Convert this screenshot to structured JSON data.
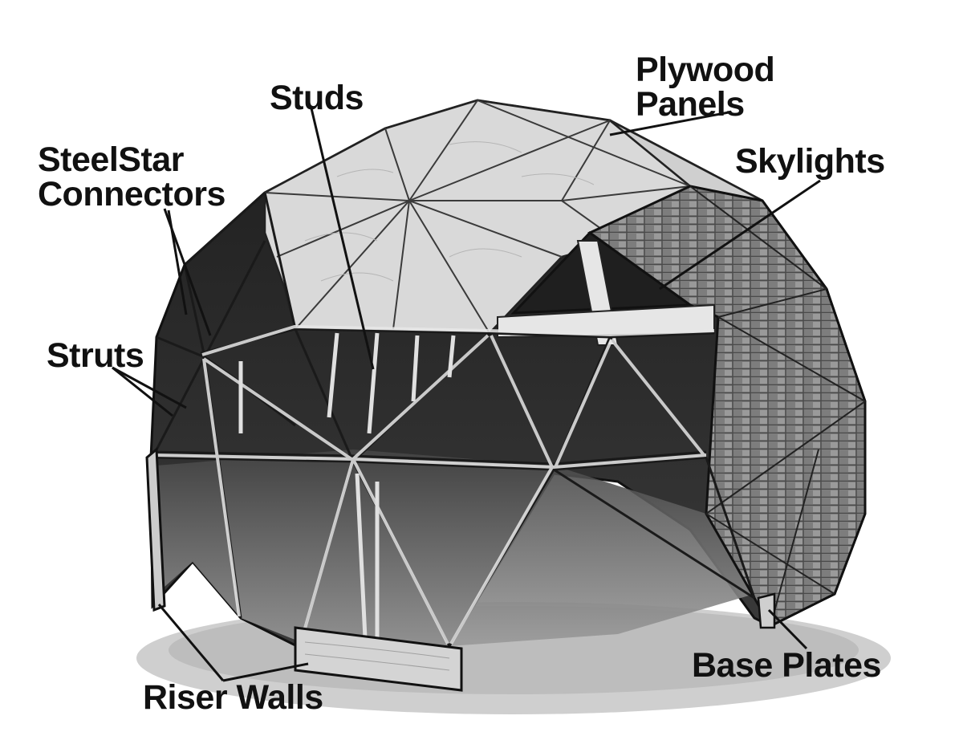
{
  "labels": {
    "studs": "Studs",
    "plywood_panels": [
      "Plywood",
      "Panels"
    ],
    "steelstar_connectors": [
      "SteelStar",
      "Connectors"
    ],
    "skylights": "Skylights",
    "struts": "Struts",
    "riser_walls": "Riser Walls",
    "base_plates": "Base Plates"
  },
  "colors": {
    "ink": "#111111",
    "plywood": "#d8d8d8",
    "shingle": "#8a8a8a",
    "interior": "#2a2a2a",
    "floor": "#6e6e6e",
    "frame": "#e6e6e6"
  }
}
